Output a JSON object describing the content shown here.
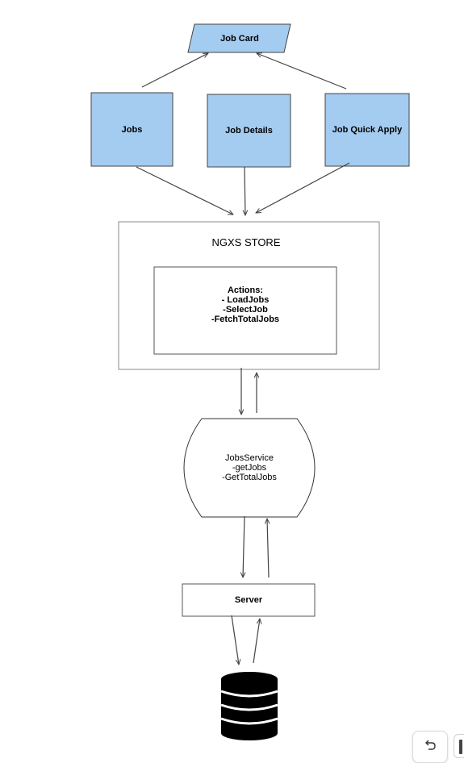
{
  "nodes": {
    "job_card": "Job Card",
    "jobs": "Jobs",
    "job_details": "Job Details",
    "job_quick_apply": "Job Quick Apply",
    "store_title": "NGXS STORE",
    "actions": "Actions:\n- LoadJobs\n-SelectJob\n-FetchTotalJobs",
    "jobs_service": "JobsService\n-getJobs\n-GetTotalJobs",
    "server": "Server"
  },
  "colors": {
    "component_fill": "#a4cbf0",
    "stroke": "#444444",
    "database": "#000000"
  },
  "icons": {
    "undo": "undo-icon",
    "database": "database-icon"
  }
}
